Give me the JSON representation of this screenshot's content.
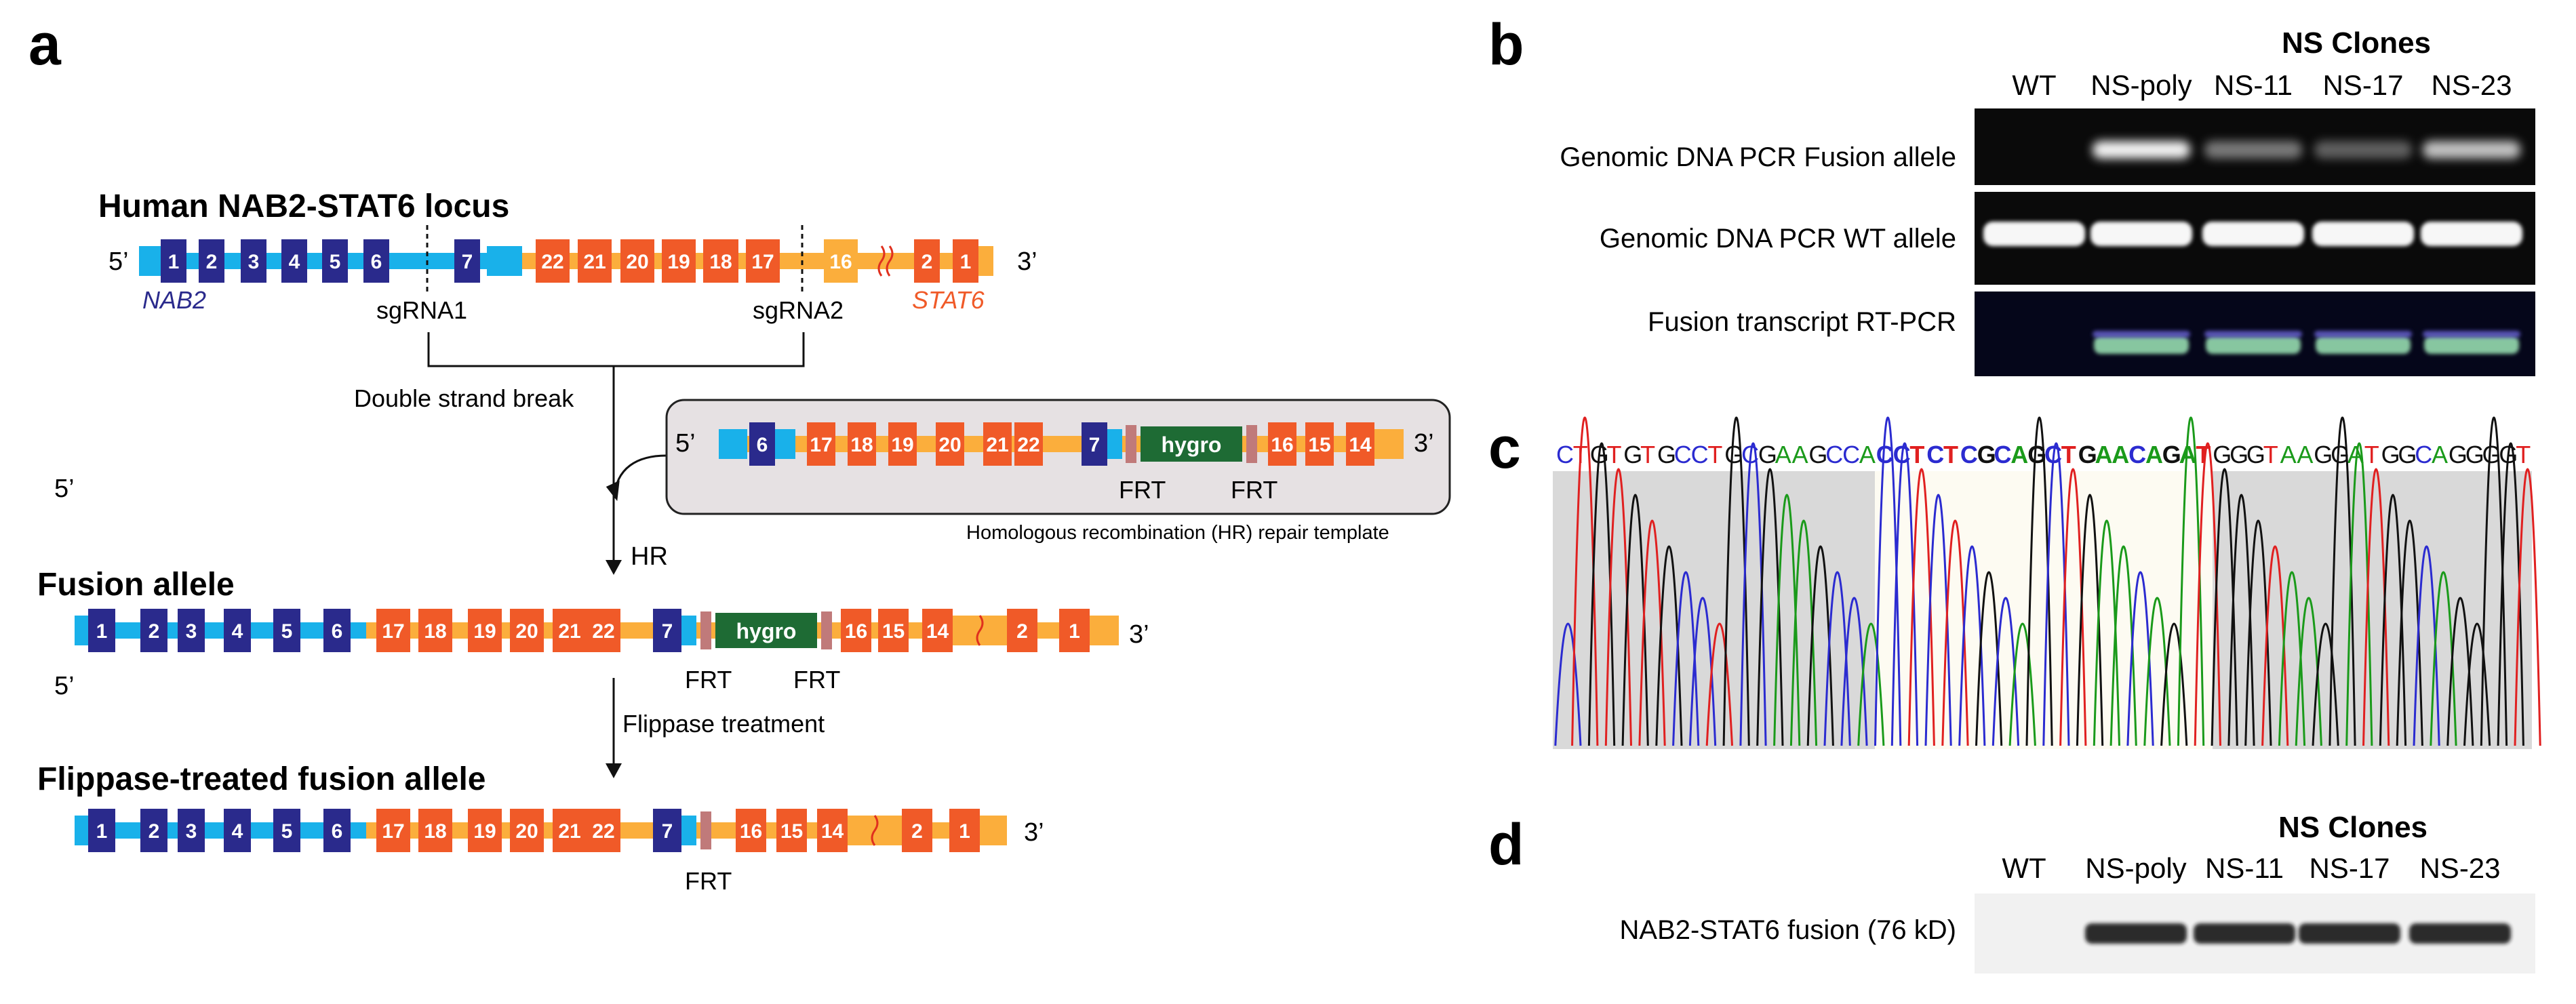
{
  "panel_a": {
    "letter": "a",
    "locus_title": "Human NAB2-STAT6 locus",
    "five_prime": "5’",
    "three_prime": "3’",
    "nab2_label": "NAB2",
    "stat6_label": "STAT6",
    "sgrna1": "sgRNA1",
    "sgrna2": "sgRNA2",
    "dsb": "Double strand break",
    "hr": "HR",
    "hr_template_caption": "Homologous recombination (HR) repair template",
    "fusion_title": "Fusion allele",
    "flippase_step": "Flippase treatment",
    "flippase_title": "Flippase-treated fusion allele",
    "frt": "FRT",
    "hygro": "hygro",
    "locus_exons": [
      "1",
      "2",
      "3",
      "4",
      "5",
      "6",
      "7",
      "22",
      "21",
      "20",
      "19",
      "18",
      "17",
      "16",
      "2",
      "1"
    ],
    "template_exons": [
      "6",
      "17",
      "18",
      "19",
      "20",
      "21",
      "22",
      "7",
      "16",
      "15",
      "14"
    ],
    "fusion_exons": [
      "1",
      "2",
      "3",
      "4",
      "5",
      "6",
      "17",
      "18",
      "19",
      "20",
      "21",
      "22",
      "7",
      "16",
      "15",
      "14",
      "2",
      "1"
    ],
    "flip_exons": [
      "1",
      "2",
      "3",
      "4",
      "5",
      "6",
      "17",
      "18",
      "19",
      "20",
      "21",
      "22",
      "7",
      "16",
      "15",
      "14",
      "2",
      "1"
    ]
  },
  "panel_b": {
    "letter": "b",
    "clones_title": "NS Clones",
    "lanes": [
      "WT",
      "NS-poly",
      "NS-11",
      "NS-17",
      "NS-23"
    ],
    "rows": [
      "Genomic DNA PCR Fusion allele",
      "Genomic DNA PCR WT allele",
      "Fusion transcript RT-PCR"
    ]
  },
  "panel_c": {
    "letter": "c",
    "sequence": [
      {
        "t": "C",
        "c": "#2b2bd0"
      },
      {
        "t": "T",
        "c": "#e02020"
      },
      {
        "t": "G",
        "c": "#111111"
      },
      {
        "t": "T",
        "c": "#e02020"
      },
      {
        "t": "G",
        "c": "#111111"
      },
      {
        "t": "T",
        "c": "#e02020"
      },
      {
        "t": "G",
        "c": "#111111"
      },
      {
        "t": "C",
        "c": "#2b2bd0"
      },
      {
        "t": "C",
        "c": "#2b2bd0"
      },
      {
        "t": "T",
        "c": "#e02020"
      },
      {
        "t": "G",
        "c": "#111111"
      },
      {
        "t": "C",
        "c": "#2b2bd0"
      },
      {
        "t": "G",
        "c": "#111111"
      },
      {
        "t": "A",
        "c": "#1a9a1a"
      },
      {
        "t": "A",
        "c": "#1a9a1a"
      },
      {
        "t": "G",
        "c": "#111111"
      },
      {
        "t": "C",
        "c": "#2b2bd0"
      },
      {
        "t": "C",
        "c": "#2b2bd0"
      },
      {
        "t": "A",
        "c": "#1a9a1a"
      },
      {
        "t": "C",
        "c": "#2b2bd0",
        "b": 1
      },
      {
        "t": "C",
        "c": "#2b2bd0",
        "b": 1
      },
      {
        "t": "T",
        "c": "#e02020",
        "b": 1
      },
      {
        "t": "C",
        "c": "#2b2bd0",
        "b": 1
      },
      {
        "t": "T",
        "c": "#e02020",
        "b": 1
      },
      {
        "t": "C",
        "c": "#2b2bd0",
        "b": 1
      },
      {
        "t": "G",
        "c": "#111111",
        "b": 1
      },
      {
        "t": "C",
        "c": "#2b2bd0",
        "b": 1
      },
      {
        "t": "A",
        "c": "#1a9a1a",
        "b": 1
      },
      {
        "t": "G",
        "c": "#111111",
        "b": 1
      },
      {
        "t": "C",
        "c": "#2b2bd0",
        "b": 1
      },
      {
        "t": "T",
        "c": "#e02020",
        "b": 1
      },
      {
        "t": "G",
        "c": "#111111",
        "b": 1
      },
      {
        "t": "A",
        "c": "#1a9a1a",
        "b": 1
      },
      {
        "t": "A",
        "c": "#1a9a1a",
        "b": 1
      },
      {
        "t": "C",
        "c": "#2b2bd0",
        "b": 1
      },
      {
        "t": "A",
        "c": "#1a9a1a",
        "b": 1
      },
      {
        "t": "G",
        "c": "#111111",
        "b": 1
      },
      {
        "t": "A",
        "c": "#1a9a1a",
        "b": 1
      },
      {
        "t": "T",
        "c": "#e02020",
        "b": 1
      },
      {
        "t": "G",
        "c": "#111111"
      },
      {
        "t": "G",
        "c": "#111111"
      },
      {
        "t": "G",
        "c": "#111111"
      },
      {
        "t": "T",
        "c": "#e02020"
      },
      {
        "t": "A",
        "c": "#1a9a1a"
      },
      {
        "t": "A",
        "c": "#1a9a1a"
      },
      {
        "t": "G",
        "c": "#111111"
      },
      {
        "t": "G",
        "c": "#111111"
      },
      {
        "t": "A",
        "c": "#1a9a1a"
      },
      {
        "t": "T",
        "c": "#e02020"
      },
      {
        "t": "G",
        "c": "#111111"
      },
      {
        "t": "G",
        "c": "#111111"
      },
      {
        "t": "C",
        "c": "#2b2bd0"
      },
      {
        "t": "A",
        "c": "#1a9a1a"
      },
      {
        "t": "G",
        "c": "#111111"
      },
      {
        "t": "G",
        "c": "#111111"
      },
      {
        "t": "G",
        "c": "#111111"
      },
      {
        "t": "G",
        "c": "#111111"
      },
      {
        "t": "T",
        "c": "#e02020"
      }
    ]
  },
  "panel_d": {
    "letter": "d",
    "clones_title": "NS Clones",
    "lanes": [
      "WT",
      "NS-poly",
      "NS-11",
      "NS-17",
      "NS-23"
    ],
    "row": "NAB2-STAT6 fusion (76 kD)"
  },
  "colors": {
    "nab2_dark": "#2a2a8c",
    "nab2_light": "#19b1ea",
    "stat6_red": "#f05a28",
    "stat6_orange": "#fbae3c",
    "hygro": "#1e6b34",
    "frt": "#c07a7a",
    "template_bg": "#e6e1e3"
  }
}
